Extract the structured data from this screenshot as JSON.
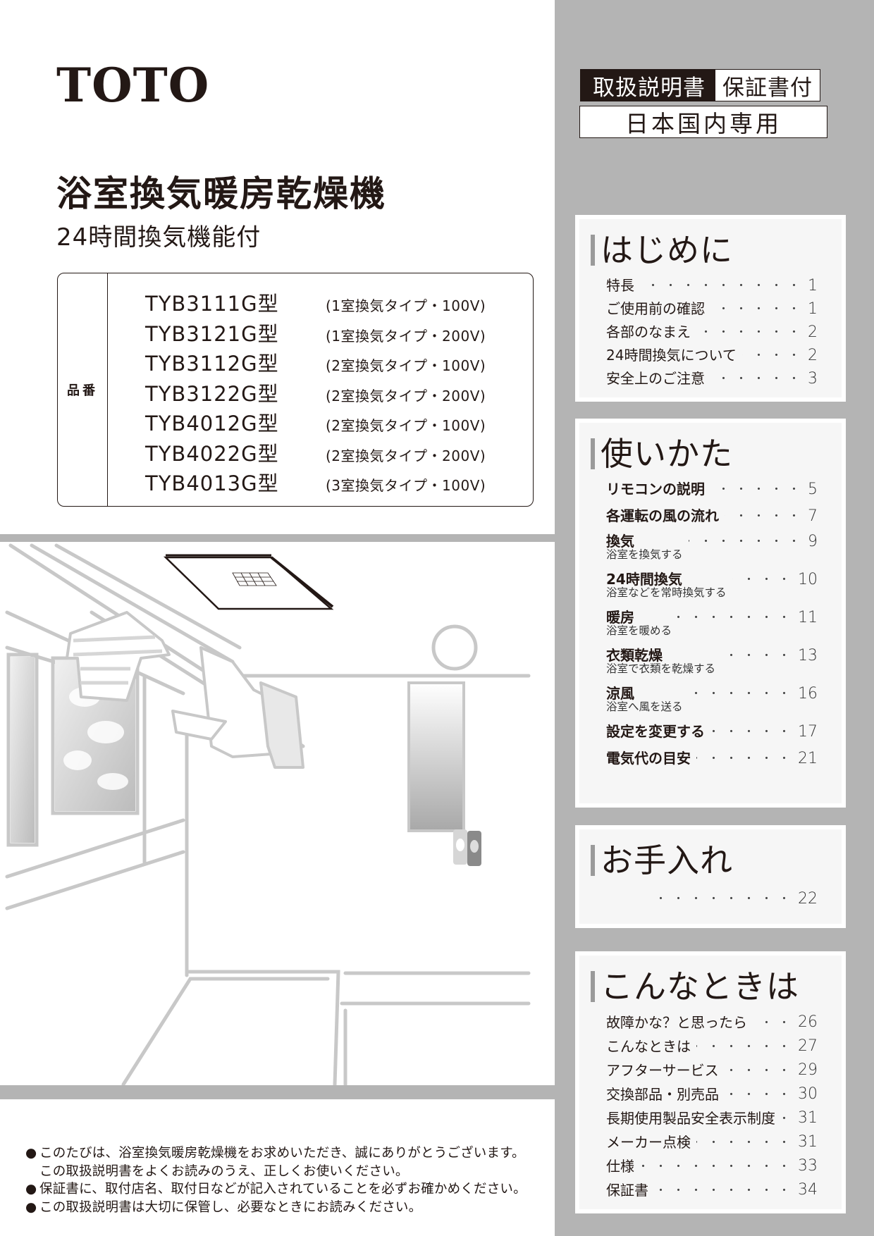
{
  "header": {
    "brand": "TOTO",
    "title": "浴室換気暖房乾燥機",
    "subtitle": "24時間換気機能付"
  },
  "models": {
    "label": "品番",
    "rows": [
      {
        "code": "TYB3111G型",
        "desc": "(1室換気タイプ・100V)"
      },
      {
        "code": "TYB3121G型",
        "desc": "(1室換気タイプ・200V)"
      },
      {
        "code": "TYB3112G型",
        "desc": "(2室換気タイプ・100V)"
      },
      {
        "code": "TYB3122G型",
        "desc": "(2室換気タイプ・200V)"
      },
      {
        "code": "TYB4012G型",
        "desc": "(2室換気タイプ・100V)"
      },
      {
        "code": "TYB4022G型",
        "desc": "(2室換気タイプ・200V)"
      },
      {
        "code": "TYB4013G型",
        "desc": "(3室換気タイプ・100V)"
      }
    ]
  },
  "badges": {
    "manual": "取扱説明書",
    "warranty": "保証書付",
    "domestic": "日本国内専用"
  },
  "toc": {
    "dots": "・・・・・・・・・・・・・・・・・・・・",
    "sections": [
      {
        "title": "はじめに",
        "items": [
          {
            "label": "特長",
            "page": "1"
          },
          {
            "label": "ご使用前の確認",
            "page": "1"
          },
          {
            "label": "各部のなまえ",
            "page": "2"
          },
          {
            "label": "24時間換気について",
            "page": "2"
          },
          {
            "label": "安全上のご注意",
            "page": "3"
          }
        ]
      },
      {
        "title": "使いかた",
        "items": [
          {
            "label": "リモコンの説明",
            "page": "5"
          },
          {
            "label": "各運転の風の流れ",
            "page": "7"
          },
          {
            "label": "換気",
            "sub": "浴室を換気する",
            "page": "9"
          },
          {
            "label": "24時間換気",
            "sub": "浴室などを常時換気する",
            "page": "10"
          },
          {
            "label": "暖房",
            "sub": "浴室を暖める",
            "page": "11"
          },
          {
            "label": "衣類乾燥",
            "sub": "浴室で衣類を乾燥する",
            "page": "13"
          },
          {
            "label": "涼風",
            "sub": "浴室へ風を送る",
            "page": "16"
          },
          {
            "label": "設定を変更する",
            "page": "17"
          },
          {
            "label": "電気代の目安",
            "page": "21"
          }
        ]
      },
      {
        "title": "お手入れ",
        "items": [
          {
            "label": "",
            "page": "22"
          }
        ]
      },
      {
        "title": "こんなときは",
        "items": [
          {
            "label": "故障かな？と思ったら",
            "page": "26"
          },
          {
            "label": "こんなときは",
            "page": "27"
          },
          {
            "label": "アフターサービス",
            "page": "29"
          },
          {
            "label": "交換部品・別売品",
            "page": "30"
          },
          {
            "label": "長期使用製品安全表示制度",
            "page": "31"
          },
          {
            "label": "メーカー点検",
            "page": "31"
          },
          {
            "label": "仕様",
            "page": "33"
          },
          {
            "label": "保証書",
            "page": "34"
          }
        ]
      }
    ]
  },
  "notes": {
    "bullet": "●",
    "items": [
      {
        "line1": "このたびは、浴室換気暖房乾燥機をお求めいただき、誠にありがとうございます。",
        "line2": "この取扱説明書をよくお読みのうえ、正しくお使いください。"
      },
      {
        "line1": "保証書に、取付店名、取付日などが記入されていることを必ずお確かめください。"
      },
      {
        "line1": "この取扱説明書は大切に保管し、必要なときにお読みください。"
      }
    ]
  },
  "illustration": {
    "alt": "浴室換気暖房乾燥機が天井に設置された浴室で衣類を乾かしているイラスト"
  },
  "colors": {
    "ink": "#231815",
    "panel_gray": "#b4b4b4",
    "card_fill": "#f6f6f6",
    "accent_bar": "#9a9a9a"
  }
}
